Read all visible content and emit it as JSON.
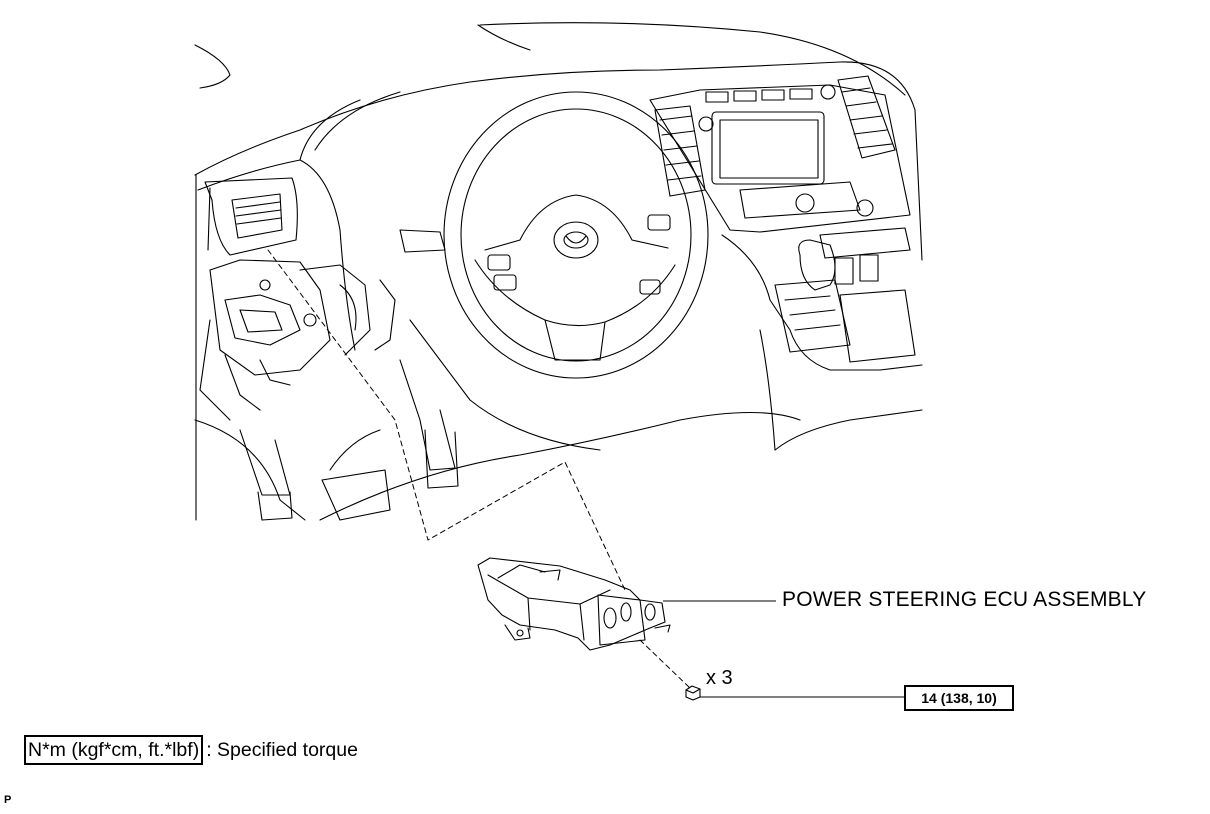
{
  "callouts": {
    "part_name": "POWER STEERING ECU ASSEMBLY",
    "quantity": "x 3",
    "torque_value": "14 (138, 10)"
  },
  "legend": {
    "unit_box": "N*m (kgf*cm, ft.*lbf)",
    "description": ": Specified torque"
  },
  "corner_mark": "P",
  "colors": {
    "line": "#000000",
    "background": "#ffffff"
  }
}
